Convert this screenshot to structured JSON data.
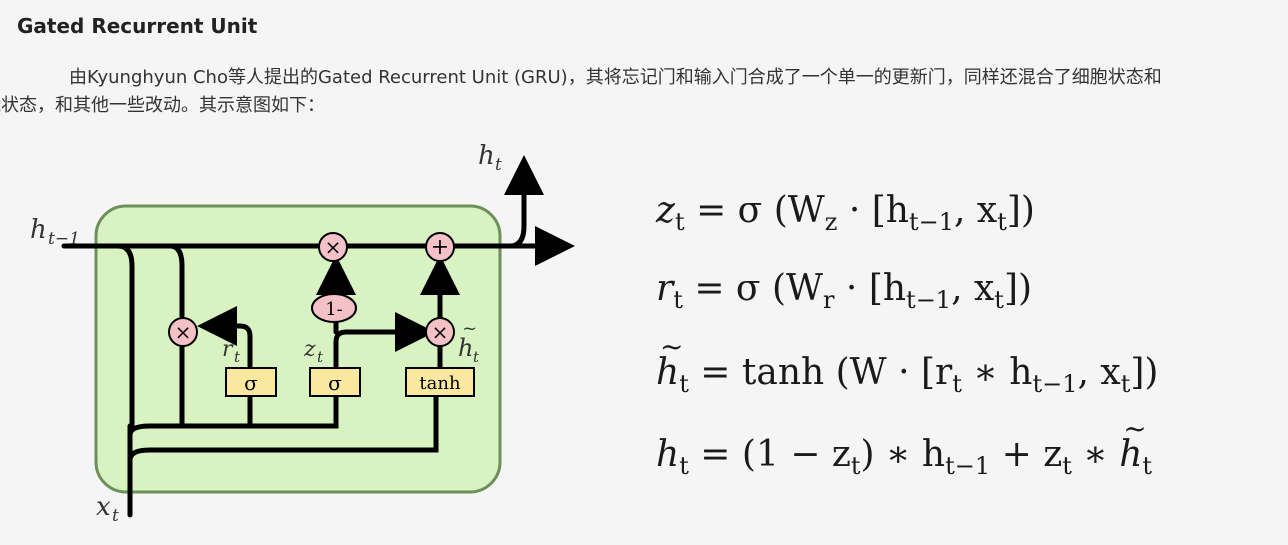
{
  "section": {
    "title": "Gated Recurrent Unit",
    "paragraph_line1": "由Kyunghyun Cho等人提出的Gated Recurrent Unit (GRU)，其将忘记门和输入门合成了一个单一的更新门，同样还混合了细胞状态和",
    "paragraph_line2": "隐藏状态，和其他一些改动。其示意图如下："
  },
  "diagram": {
    "labels": {
      "h_prev": "h",
      "h_prev_sub": "t−1",
      "h_out": "h",
      "h_out_sub": "t",
      "x_in": "x",
      "x_in_sub": "t",
      "r_gate": "r",
      "r_gate_sub": "t",
      "z_gate": "z",
      "z_gate_sub": "t",
      "h_tilde": "h",
      "h_tilde_sub": "t"
    },
    "ops": {
      "mult": "×",
      "plus": "+",
      "one_minus": "1-"
    },
    "layers": {
      "sigma_r": "σ",
      "sigma_z": "σ",
      "tanh": "tanh"
    }
  },
  "equations": {
    "eq1": {
      "lhs": "z",
      "lhs_sub": "t",
      "rhs": " = σ (W",
      "w_sub": "z",
      "rest": " · [h",
      "h_sub": "t−1",
      "tail": ", x",
      "x_sub": "t",
      "end": "])"
    },
    "eq2": {
      "lhs": "r",
      "lhs_sub": "t",
      "rhs": " = σ (W",
      "w_sub": "r",
      "rest": " · [h",
      "h_sub": "t−1",
      "tail": ", x",
      "x_sub": "t",
      "end": "])"
    },
    "eq3": {
      "lhs": "h",
      "lhs_sub": "t",
      "rhs": " = tanh (W · [r",
      "r_sub": "t",
      "rest": " ∗ h",
      "h_sub": "t−1",
      "tail": ", x",
      "x_sub": "t",
      "end": "])"
    },
    "eq4": {
      "lhs": "h",
      "lhs_sub": "t",
      "rhs": " = (1 − z",
      "z_sub": "t",
      "rest": ") ∗ h",
      "h_sub": "t−1",
      "tail": " + z",
      "z2_sub": "t",
      "mid": " ∗ ",
      "h2": "h",
      "h2_sub": "t"
    }
  },
  "colors": {
    "cell_fill": "#d9f2c2",
    "cell_stroke": "#6d8f5a",
    "op_fill": "#f4c2c6",
    "layer_fill": "#fbe8a0"
  }
}
